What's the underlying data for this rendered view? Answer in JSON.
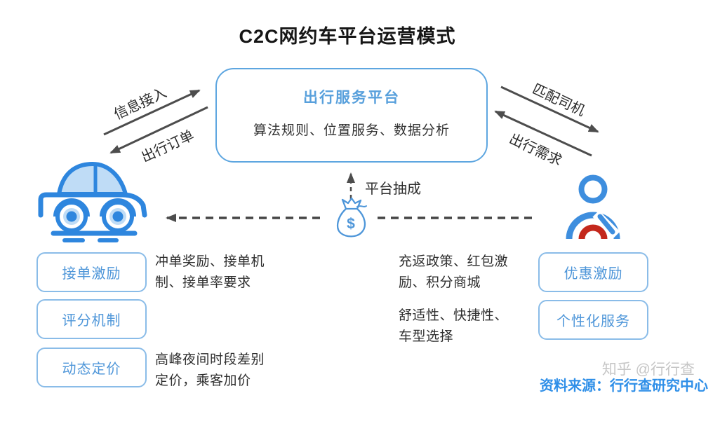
{
  "title": "C2C网约车平台运营模式",
  "platform_box": {
    "title": "出行服务平台",
    "subtitle": "算法规则、位置服务、数据分析"
  },
  "arrows": {
    "info_access": "信息接入",
    "trip_orders": "出行订单",
    "match_driver": "匹配司机",
    "trip_demand": "出行需求",
    "platform_commission": "平台抽成"
  },
  "icons": {
    "car": "car-icon",
    "passenger": "passenger-icon",
    "money_bag": "money-bag-icon",
    "money_symbol": "$"
  },
  "driver_side": {
    "boxes": [
      "接单激励",
      "评分机制",
      "动态定价"
    ],
    "note_accept": [
      "冲单奖励、接单机",
      "制、接单率要求"
    ],
    "note_pricing": [
      "高峰夜间时段差别",
      "定价，乘客加价"
    ]
  },
  "passenger_side": {
    "boxes": [
      "优惠激励",
      "个性化服务"
    ],
    "note_incentive": [
      "充返政策、红包激",
      "励、积分商城"
    ],
    "note_service": [
      "舒适性、快捷性、",
      "车型选择"
    ]
  },
  "footer": {
    "watermark": "知乎 @行行查",
    "source": "资料来源：行行查研究中心"
  },
  "colors": {
    "icon_blue": "#2e86de",
    "box_border_blue": "#8abce8",
    "accent_blue": "#4e96d9",
    "platform_border": "#5ea6e0",
    "arrow_gray": "#4d4d4d",
    "red_accent": "#c4281c",
    "source_blue": "#2f8fe8",
    "text_dark": "#2f2f2f"
  }
}
